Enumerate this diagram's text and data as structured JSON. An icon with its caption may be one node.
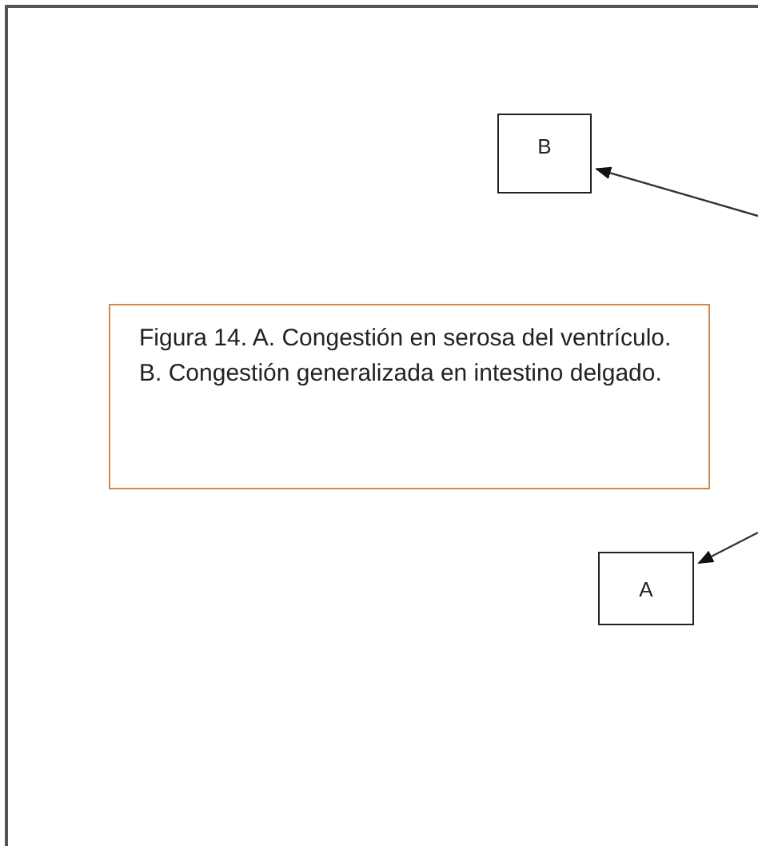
{
  "diagram": {
    "nodes": [
      {
        "text": [
          "B"
        ]
      },
      {
        "text": [
          "Figura 14. A. Congestión en serosa del ventrículo. B. Congestión generalizada en intestino delgado."
        ]
      },
      {
        "text": [
          "A"
        ]
      }
    ],
    "edges": [
      {
        "from": null,
        "to": 0,
        "arrow": "to"
      },
      {
        "from": null,
        "to": 2,
        "arrow": "to"
      }
    ]
  }
}
